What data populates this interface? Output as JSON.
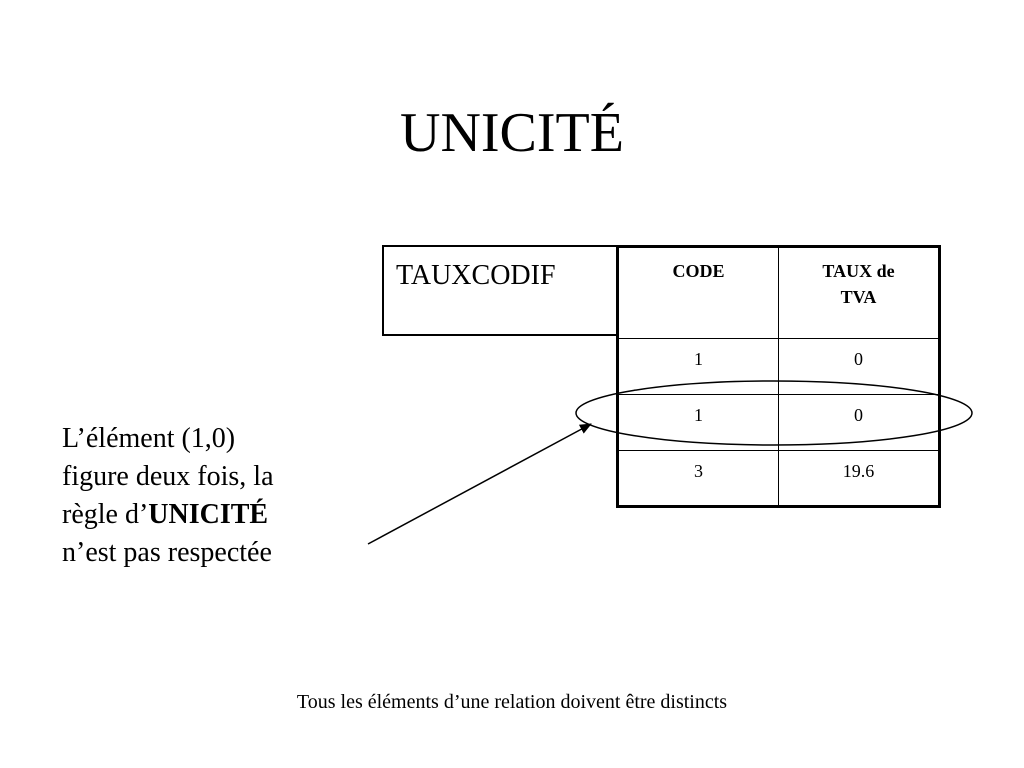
{
  "slide": {
    "title": "UNICITÉ",
    "footer": "Tous les éléments d’une relation doivent être distincts"
  },
  "relation": {
    "name": "TAUXCODIF",
    "columns": [
      "CODE",
      "TAUX de TVA"
    ],
    "rows": [
      [
        "1",
        "0"
      ],
      [
        "1",
        "0"
      ],
      [
        "3",
        "19.6"
      ]
    ]
  },
  "caption": {
    "line1": "L’élément (1,0)",
    "line2": "figure deux fois, la",
    "line3_prefix": "règle d’",
    "line3_bold": "UNICITÉ",
    "line4": "n’est pas respectée"
  }
}
